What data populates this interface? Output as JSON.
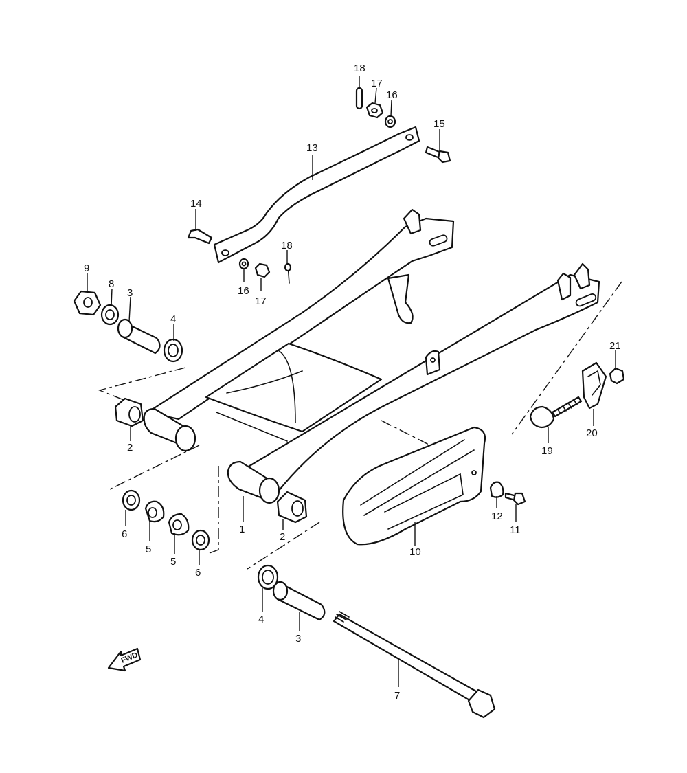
{
  "callouts": {
    "c1": "1",
    "c2a": "2",
    "c2b": "2",
    "c3a": "3",
    "c3b": "3",
    "c4a": "4",
    "c4b": "4",
    "c5a": "5",
    "c5b": "5",
    "c6a": "6",
    "c6b": "6",
    "c7": "7",
    "c8": "8",
    "c9": "9",
    "c10": "10",
    "c11": "11",
    "c12": "12",
    "c13": "13",
    "c14": "14",
    "c15": "15",
    "c16a": "16",
    "c16b": "16",
    "c17a": "17",
    "c17b": "17",
    "c18a": "18",
    "c18b": "18",
    "c19": "19",
    "c20": "20",
    "c21": "21"
  },
  "fwd_label": "FWD"
}
